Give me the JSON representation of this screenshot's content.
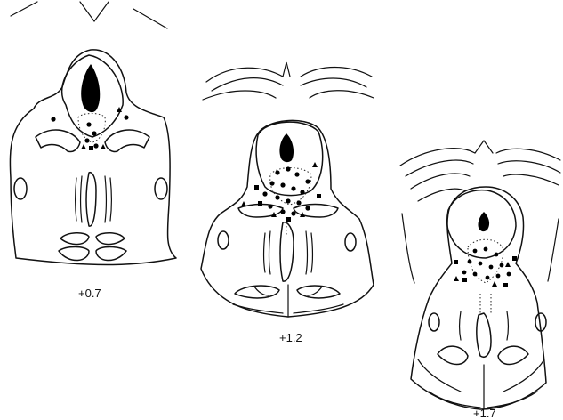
{
  "sections": [
    {
      "id": "s1",
      "label": "+0.7"
    },
    {
      "id": "s2",
      "label": "+1.2"
    },
    {
      "id": "s3",
      "label": "+1.7"
    }
  ],
  "colors": {
    "ink": "#000000",
    "outline": "#111111",
    "background": "#ffffff"
  },
  "marker_types": [
    "circle",
    "triangle",
    "square"
  ]
}
